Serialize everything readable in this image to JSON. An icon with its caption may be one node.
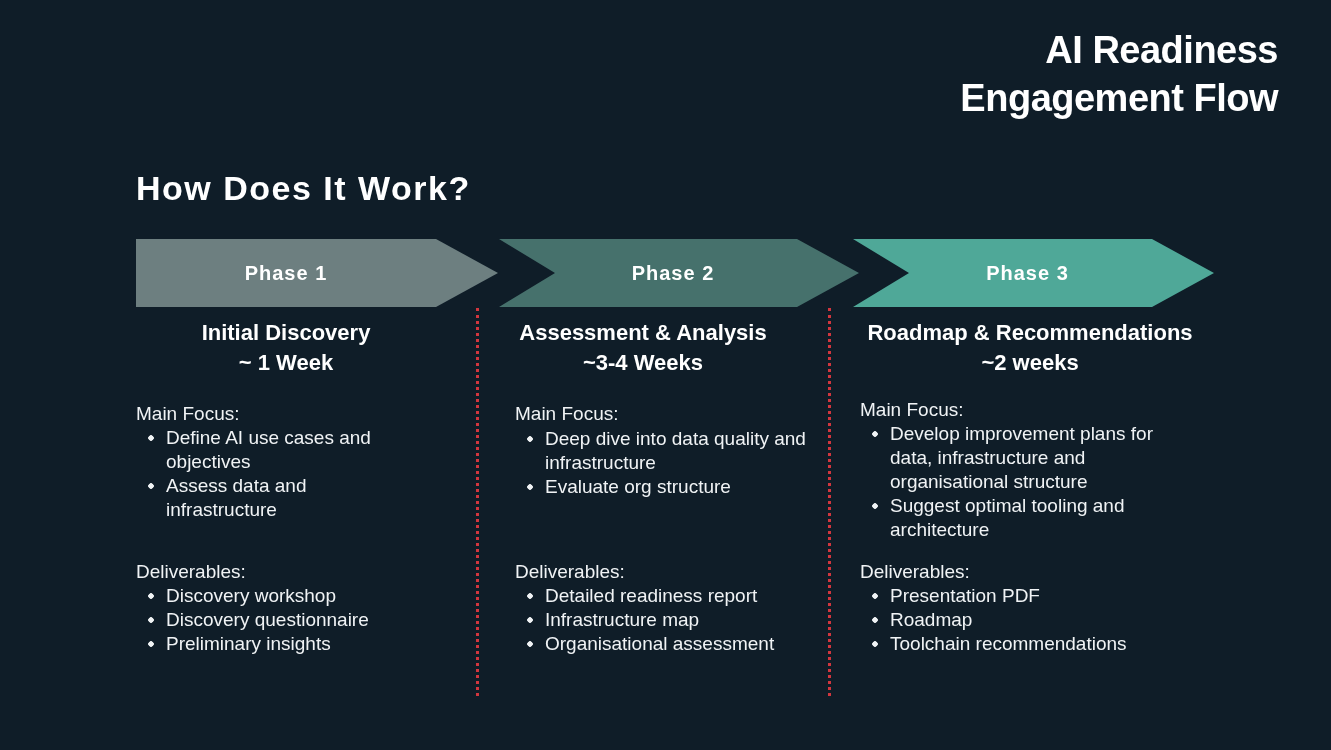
{
  "diagram": {
    "title": "AI Readiness Engagement Flow",
    "nodes": [
      {
        "text": [
          "Phase 1"
        ],
        "beside": [
          "Initial Discovery",
          "~ 1 Week"
        ]
      },
      {
        "text": [
          "Phase 2"
        ],
        "beside": [
          "Assessment & Analysis",
          "~3-4 Weeks"
        ]
      },
      {
        "text": [
          "Phase 3"
        ],
        "beside": [
          "Roadmap & Recommendations",
          "~2 weeks"
        ]
      }
    ],
    "labels": [
      "How Does It Work?",
      "Main Focus:",
      "Define AI use cases and objectives",
      "Assess data and infrastructure",
      "Deliverables:",
      "Discovery workshop",
      "Discovery questionnaire",
      "Preliminary insights",
      "Main Focus:",
      "Deep dive into data quality and infrastructure",
      "Evaluate org structure",
      "Deliverables:",
      "Detailed readiness report",
      "Infrastructure map",
      "Organisational assessment",
      "Main Focus:",
      "Develop improvement plans for data, infrastructure and organisational structure",
      "Suggest optimal tooling and architecture",
      "Deliverables:",
      "Presentation PDF",
      "Roadmap",
      "Toolchain recommendations"
    ]
  }
}
